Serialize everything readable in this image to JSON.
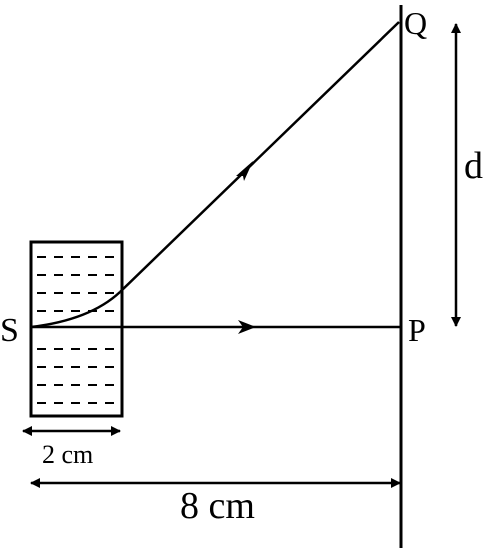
{
  "labels": {
    "source": "S",
    "point_p": "P",
    "point_q": "Q",
    "distance_d": "d",
    "slab_width": "2 cm",
    "total_distance": "8 cm"
  },
  "colors": {
    "ink": "#000000",
    "background": "#ffffff"
  }
}
